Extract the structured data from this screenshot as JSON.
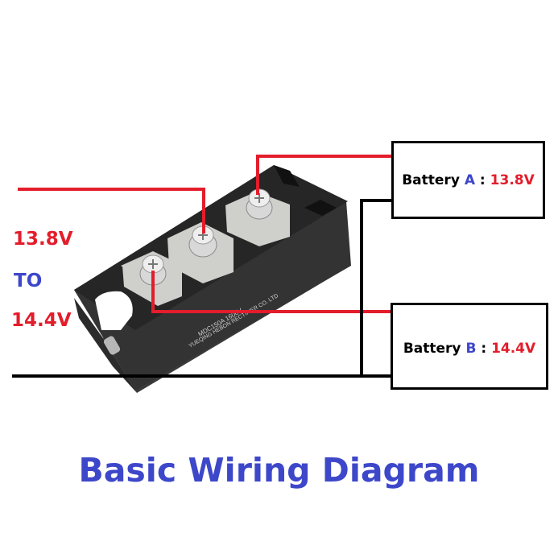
{
  "input_voltage": {
    "from": "13.8V",
    "connector": "TO",
    "to": "14.4V"
  },
  "battery_a": {
    "label": "Battery",
    "id": "A",
    "separator": ":",
    "voltage": "13.8V"
  },
  "battery_b": {
    "label": "Battery",
    "id": "B",
    "separator": ":",
    "voltage": "14.4V"
  },
  "module": {
    "model_text": "MDC150A 1600V",
    "maker_text": "YUEQING HEBON RECTIFIER CO. LTD"
  },
  "title": "Basic Wiring Diagram",
  "colors": {
    "positive_wire": "#e31d2b",
    "negative_wire": "#000000",
    "accent_blue": "#3d47c9",
    "voltage_red": "#e31d2b"
  }
}
